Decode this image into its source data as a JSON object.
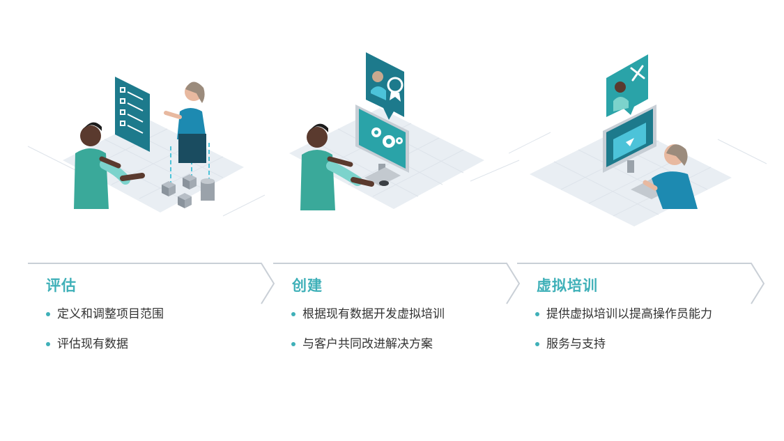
{
  "colors": {
    "accent": "#3fb0b8",
    "panel_dark": "#1d7a8c",
    "panel_teal": "#2aa3a8",
    "text": "#333333",
    "arrow_line": "#c9cfd6",
    "floor": "#e8edf2"
  },
  "stages": [
    {
      "title": "评估",
      "bullets": [
        "定义和调整项目范围",
        "评估现有数据"
      ],
      "illustration": "assessment-scene-icon"
    },
    {
      "title": "创建",
      "bullets": [
        "根据现有数据开发虚拟培训",
        "与客户共同改进解决方案"
      ],
      "illustration": "creation-scene-icon"
    },
    {
      "title": "虚拟培训",
      "bullets": [
        "提供虚拟培训以提高操作员能力",
        "服务与支持"
      ],
      "illustration": "training-scene-icon"
    }
  ]
}
